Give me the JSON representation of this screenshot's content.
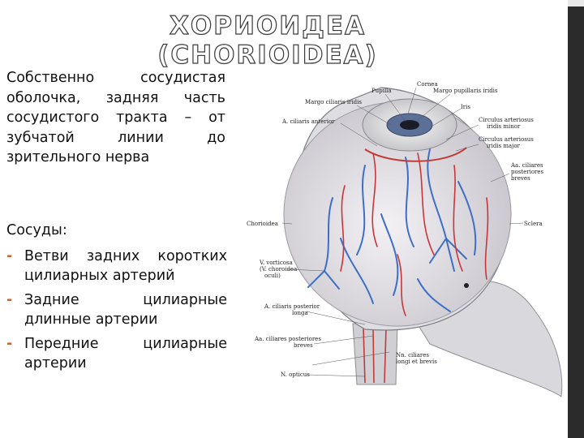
{
  "slide": {
    "title": "ХОРИОИДЕА (CHORIOIDEA)",
    "description": "Собственно сосудистая оболочка, задняя часть сосудистого тракта – от зубчатой линии до зрительного нерва",
    "vessels_heading": "Сосуды:",
    "bullet_marker": "-",
    "vessels": [
      "Ветви задних коротких цилиарных артерий",
      "Задние цилиарные длинные артерии",
      "Передние цилиарные артерии"
    ]
  },
  "figure": {
    "labels": {
      "cornea": "Cornea",
      "pupilla": "Pupilla",
      "margo_pupillaris": "Margo pupillaris iridis",
      "margo_ciliaris": "Margo ciliaris iridis",
      "iris": "Iris",
      "a_ciliaris_anterior": "A. ciliaris anterior",
      "circulus_minor_1": "Circulus arteriosus",
      "circulus_minor_2": "iridis minor",
      "circulus_major_1": "Circulus arteriosus",
      "circulus_major_2": "iridis major",
      "aa_ciliares_post_breves_1": "Aa. ciliares",
      "aa_ciliares_post_breves_2": "posteriores",
      "aa_ciliares_post_breves_3": "breves",
      "chorioidea": "Chorioidea",
      "sclera": "Sclera",
      "v_vorticosa_1": "V. vorticosa",
      "v_vorticosa_2": "(V. choroidea",
      "v_vorticosa_3": "oculi)",
      "a_ciliaris_post_longa_1": "A. ciliaris posterior",
      "a_ciliaris_post_longa_2": "longa",
      "aa_ciliares_post_breves_b_1": "Aa. ciliares posteriores",
      "aa_ciliares_post_breves_b_2": "breves",
      "nn_ciliares_1": "Nn. ciliares",
      "nn_ciliares_2": "longi et brevis",
      "n_opticus": "N. opticus"
    }
  }
}
